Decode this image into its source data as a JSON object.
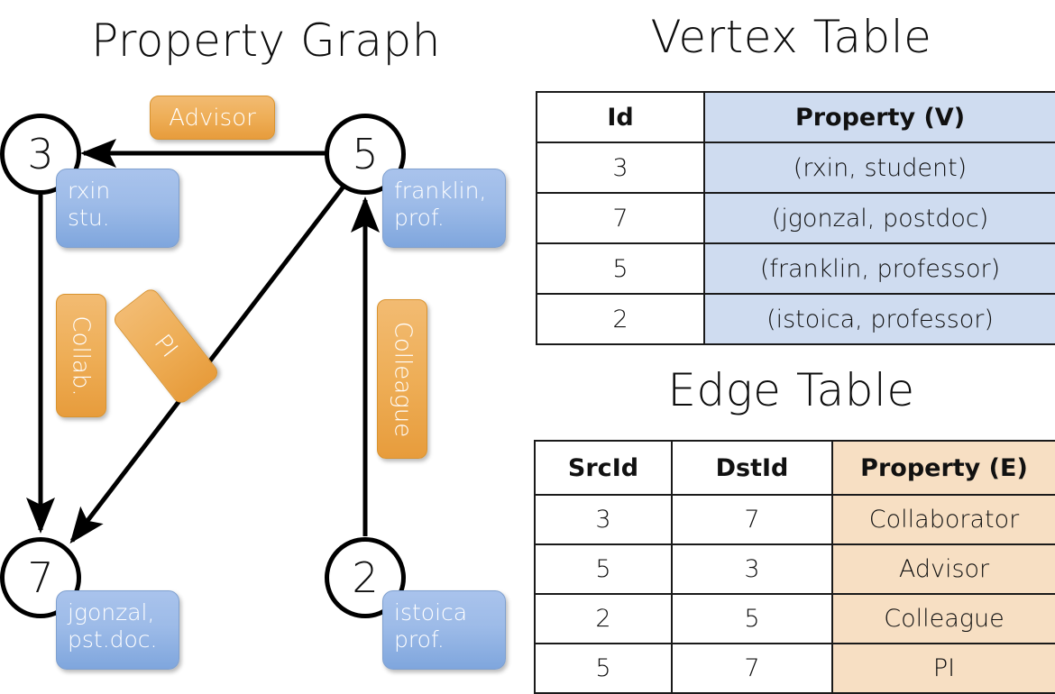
{
  "titles": {
    "property_graph": "Property Graph",
    "vertex_table": "Vertex Table",
    "edge_table": "Edge Table"
  },
  "graph": {
    "nodes": [
      {
        "id": "3",
        "property_lines": [
          "rxin",
          "stu."
        ]
      },
      {
        "id": "5",
        "property_lines": [
          "franklin,",
          "prof."
        ]
      },
      {
        "id": "7",
        "property_lines": [
          "jgonzal,",
          "pst.doc."
        ]
      },
      {
        "id": "2",
        "property_lines": [
          "istoica",
          "prof."
        ]
      }
    ],
    "edge_labels": [
      {
        "name": "advisor",
        "text": "Advisor",
        "orientation": "horizontal"
      },
      {
        "name": "collab",
        "text": "Collab.",
        "orientation": "vertical"
      },
      {
        "name": "pi",
        "text": "PI",
        "orientation": "rotated"
      },
      {
        "name": "colleague",
        "text": "Colleague",
        "orientation": "vertical"
      }
    ],
    "edges": [
      {
        "from": "5",
        "to": "3",
        "label": "Advisor"
      },
      {
        "from": "3",
        "to": "7",
        "label": "Collab."
      },
      {
        "from": "5",
        "to": "7",
        "label": "PI"
      },
      {
        "from": "2",
        "to": "5",
        "label": "Colleague"
      }
    ]
  },
  "vertex_table": {
    "headers": [
      "Id",
      "Property (V)"
    ],
    "rows": [
      {
        "id": "3",
        "property": "(rxin, student)"
      },
      {
        "id": "7",
        "property": "(jgonzal, postdoc)"
      },
      {
        "id": "5",
        "property": "(franklin, professor)"
      },
      {
        "id": "2",
        "property": "(istoica, professor)"
      }
    ]
  },
  "edge_table": {
    "headers": [
      "SrcId",
      "DstId",
      "Property (E)"
    ],
    "rows": [
      {
        "src": "3",
        "dst": "7",
        "property": "Collaborator"
      },
      {
        "src": "5",
        "dst": "3",
        "property": "Advisor"
      },
      {
        "src": "2",
        "dst": "5",
        "property": "Colleague"
      },
      {
        "src": "5",
        "dst": "7",
        "property": "PI"
      }
    ]
  },
  "colors": {
    "vertex_property_fill": "#cfdcf0",
    "edge_property_fill": "#f7dfc3",
    "node_box_blue": "#9dbbe8",
    "edge_label_orange": "#eeae57",
    "stroke": "#000000",
    "background": "#ffffff"
  }
}
